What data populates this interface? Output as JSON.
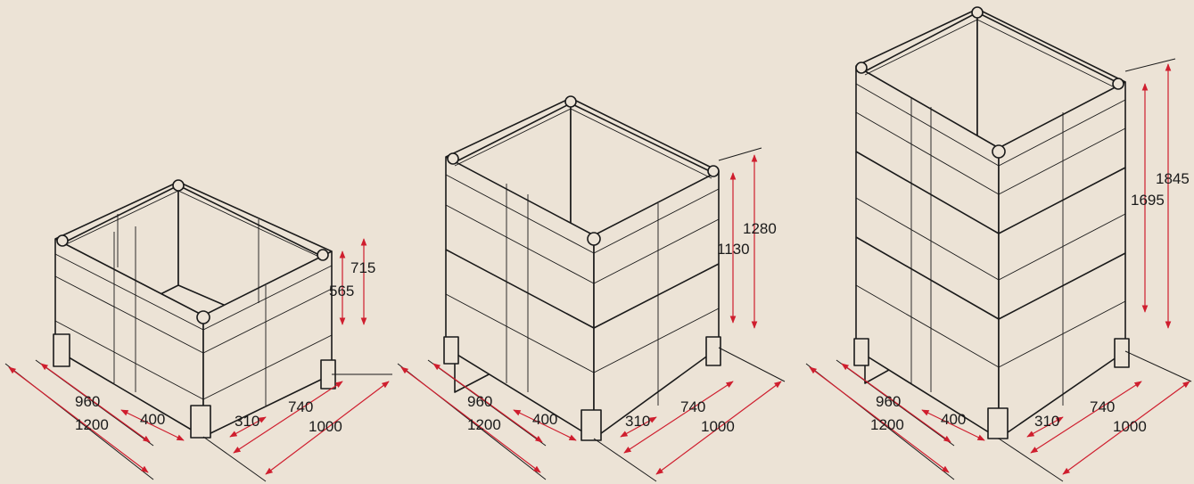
{
  "colors": {
    "background": "#ECE3D6",
    "line": "#1a1a1a",
    "dimension": "#cf1e2e"
  },
  "containers": [
    {
      "name": "single",
      "labels": {
        "inner_length": "960",
        "outer_length": "1200",
        "opening": "400",
        "foot": "310",
        "inner_width": "740",
        "outer_width": "1000",
        "inner_height": "565",
        "outer_height": "715"
      }
    },
    {
      "name": "double",
      "labels": {
        "inner_length": "960",
        "outer_length": "1200",
        "opening": "400",
        "foot": "310",
        "inner_width": "740",
        "outer_width": "1000",
        "inner_height": "1130",
        "outer_height": "1280"
      }
    },
    {
      "name": "triple",
      "labels": {
        "inner_length": "960",
        "outer_length": "1200",
        "opening": "400",
        "foot": "310",
        "inner_width": "740",
        "outer_width": "1000",
        "inner_height": "1695",
        "outer_height": "1845"
      }
    }
  ]
}
